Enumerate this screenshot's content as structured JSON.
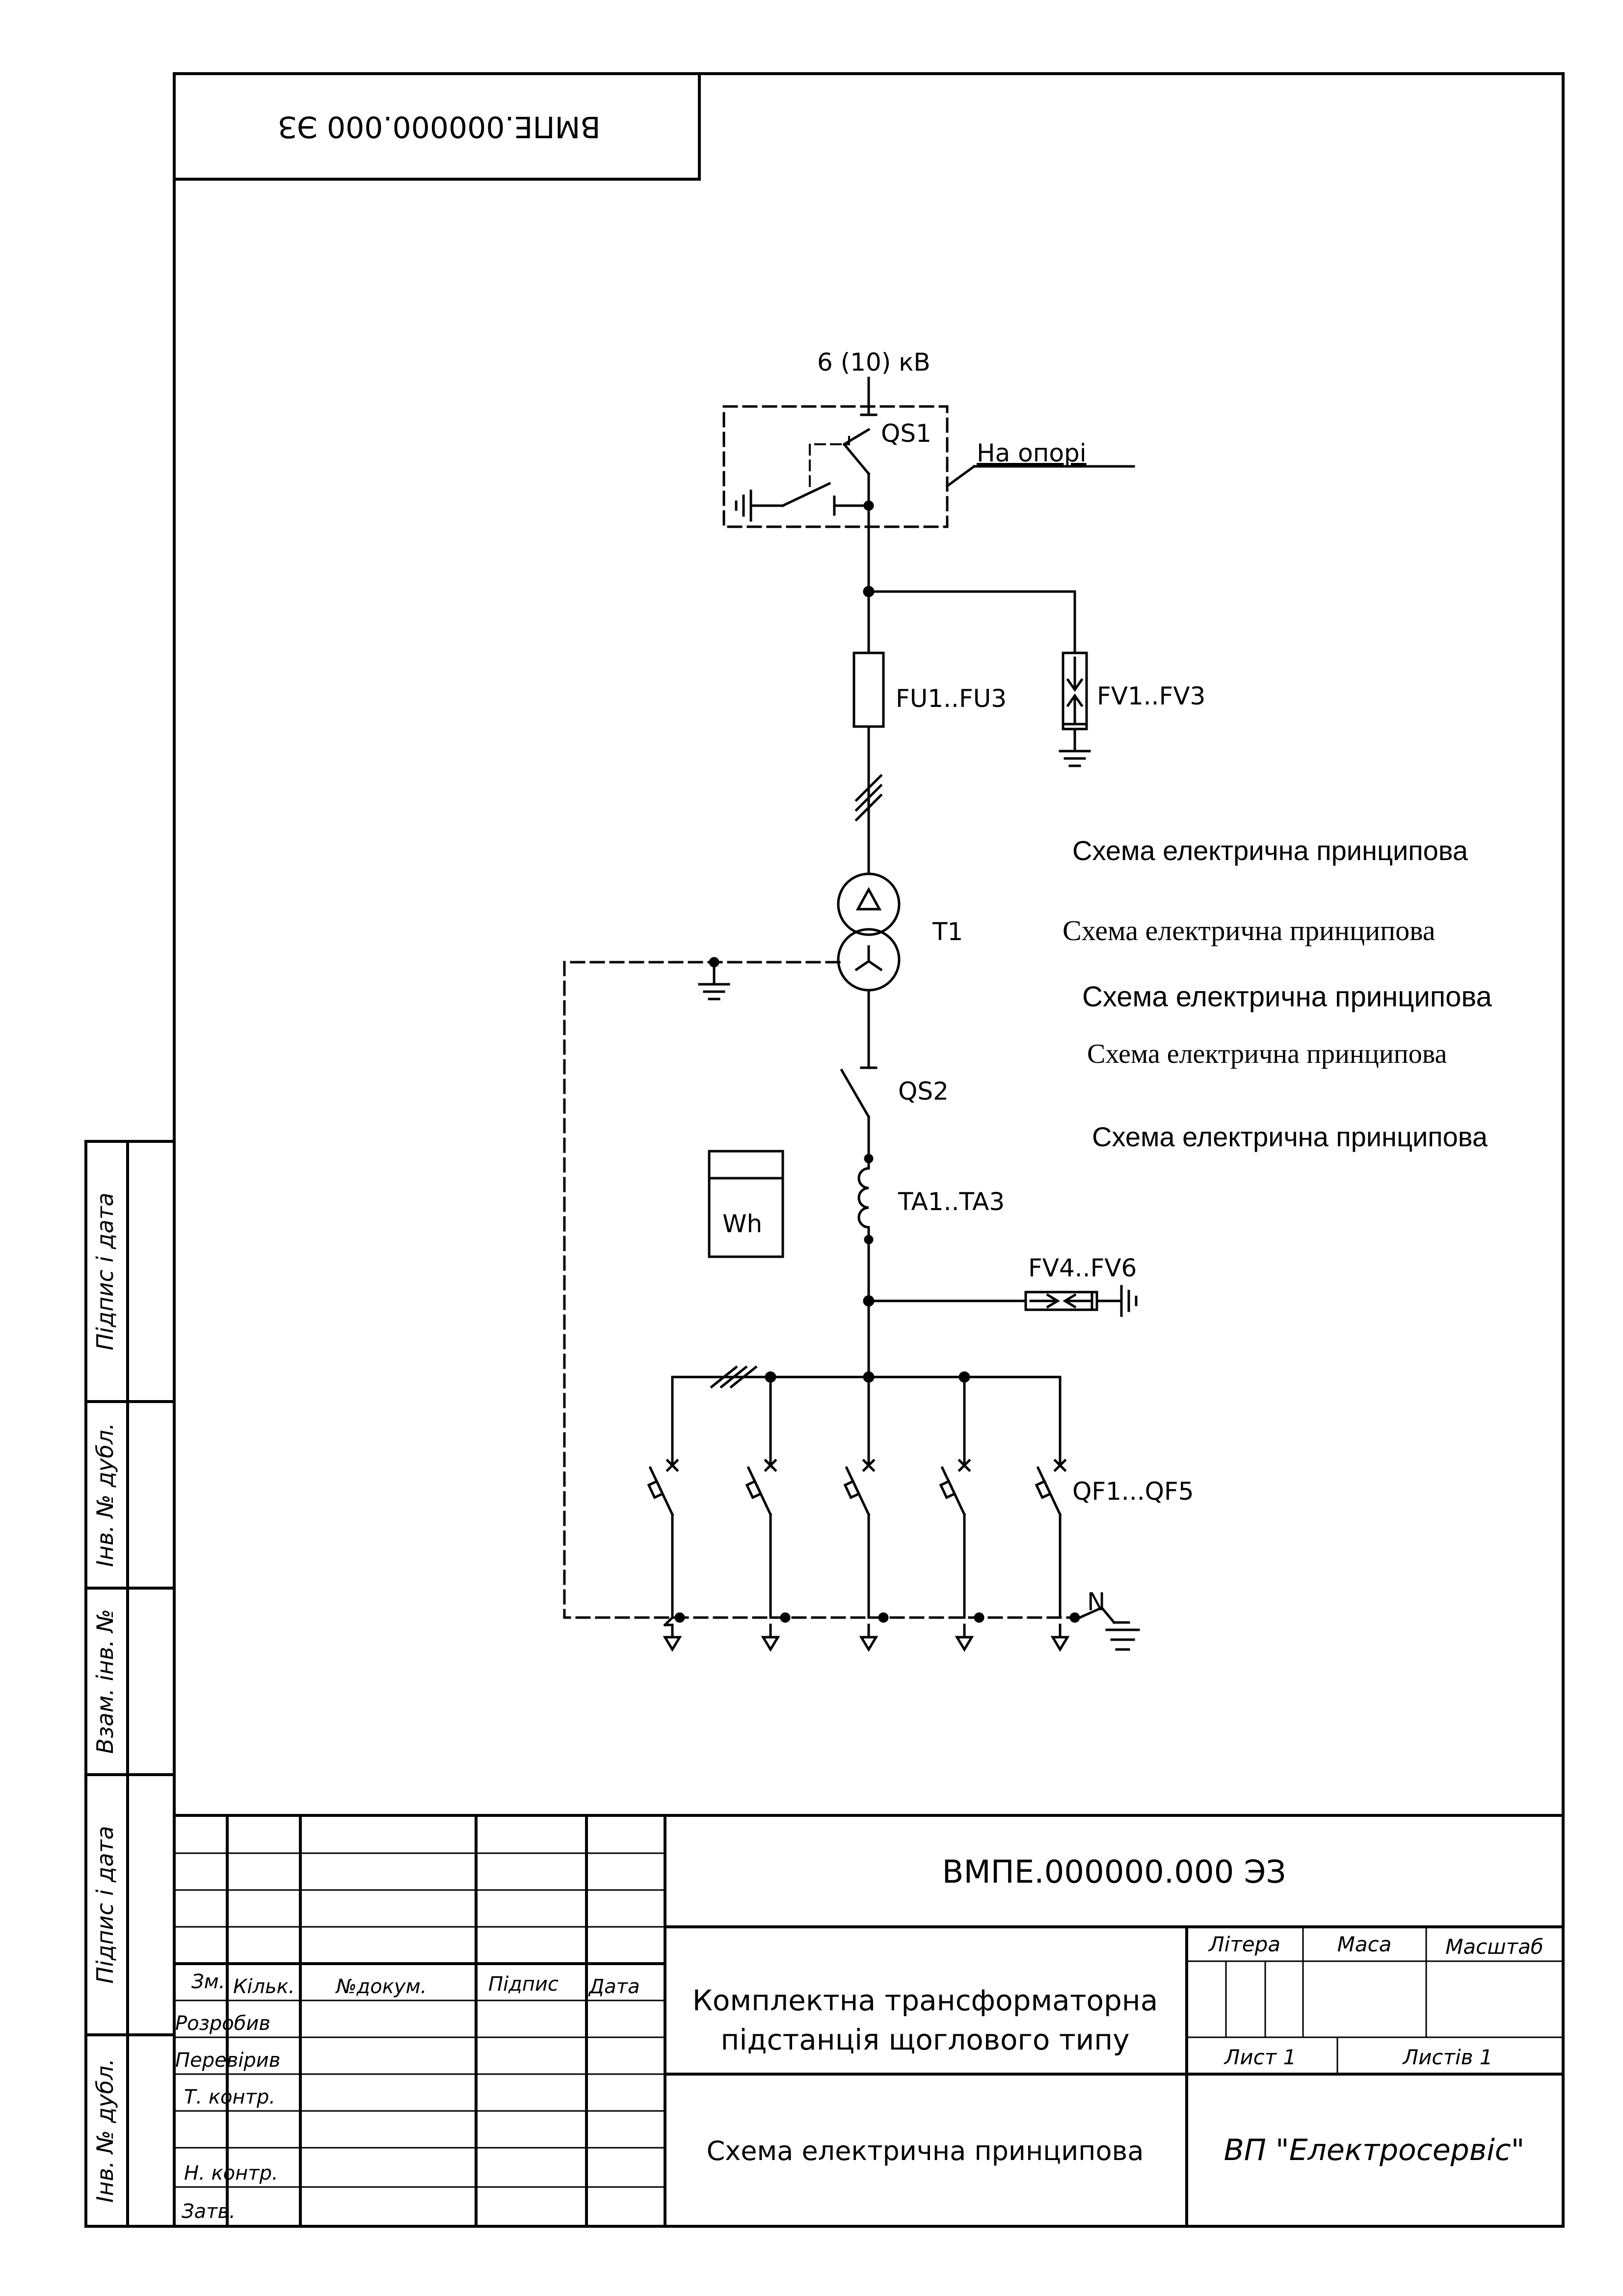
{
  "stamp": {
    "code_top": "ВМПЕ.000000.000 ЭЗ",
    "code_main": "ВМПЕ.000000.000 ЭЗ"
  },
  "side_strip": [
    "Підпис і дата",
    "Інв. № дубл.",
    "Взам. інв. №",
    "Підпис і дата",
    "Інв. № дубл."
  ],
  "diagram": {
    "voltage": "6 (10) кВ",
    "qs1": "QS1",
    "on_pole": "На опорі",
    "fu": "FU1..FU3",
    "fv13": "FV1..FV3",
    "t1": "T1",
    "qs2": "QS2",
    "ta": "TA1..TA3",
    "wh": "Wh",
    "fv46": "FV4..FV6",
    "qf": "QF1...QF5",
    "n": "N"
  },
  "overlay_titles": [
    "Схема електрична принципова",
    "Схема електрична принципова",
    "Схема електрична принципова",
    "Схема електрична принципова",
    "Схема електрична принципова"
  ],
  "title_block": {
    "col_headers": {
      "zm": "Зм.",
      "kilk": "Кільк.",
      "doc": "№докум.",
      "sign": "Підпис",
      "date": "Дата"
    },
    "roles": {
      "razrobyv": "Розробив",
      "pereviryv": "Перевірив",
      "tkontr": "Т. контр.",
      "nkontr": "Н. контр.",
      "zatv": "Затв."
    },
    "name_line1": "Комплектна трансформаторна",
    "name_line2": "підстанція щоглового типу",
    "litera": "Літера",
    "masa": "Маса",
    "masshtab": "Масштаб",
    "list": "Лист 1",
    "lystiv": "Листів 1",
    "doc_title": "Схема електрична принципова",
    "org": "ВП \"Електросервіс\""
  }
}
